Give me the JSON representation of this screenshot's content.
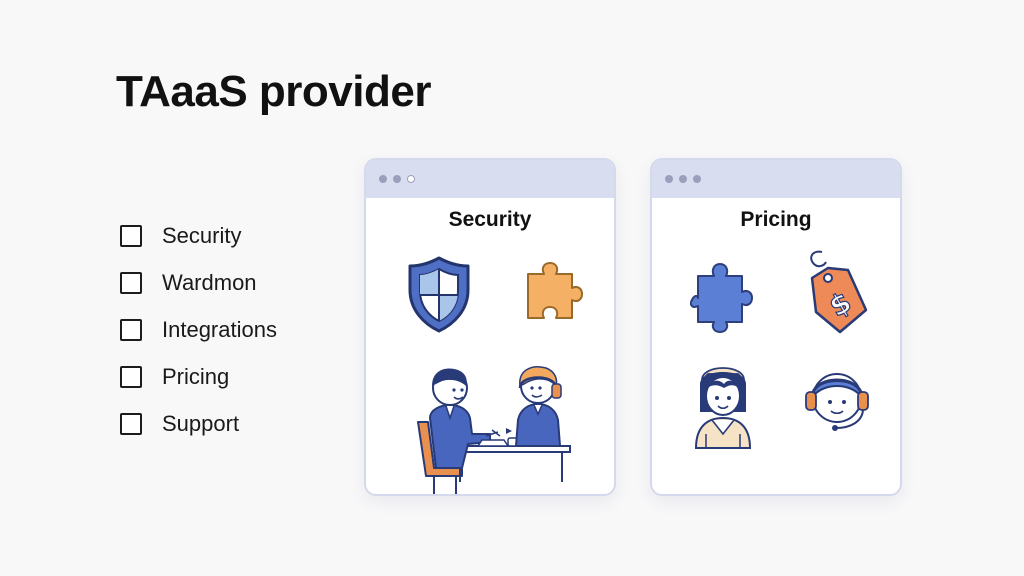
{
  "page": {
    "title": "TAaaS provider"
  },
  "checklist": {
    "items": [
      {
        "label": "Security",
        "checked": false
      },
      {
        "label": "Wardmon",
        "checked": false
      },
      {
        "label": "Integrations",
        "checked": false
      },
      {
        "label": "Pricing",
        "checked": false
      },
      {
        "label": "Support",
        "checked": false
      }
    ]
  },
  "cards": [
    {
      "title": "Security",
      "icons": [
        "shield-icon",
        "puzzle-piece-icon",
        "team-meeting-illustration"
      ]
    },
    {
      "title": "Pricing",
      "icons": [
        "puzzle-piece-icon",
        "price-tag-icon",
        "person-avatar-icon",
        "headset-support-icon"
      ]
    }
  ],
  "colors": {
    "accent_blue": "#5c7fd0",
    "accent_orange": "#f2a95d",
    "navy": "#283a78",
    "window_bar": "#d9ddf0"
  }
}
